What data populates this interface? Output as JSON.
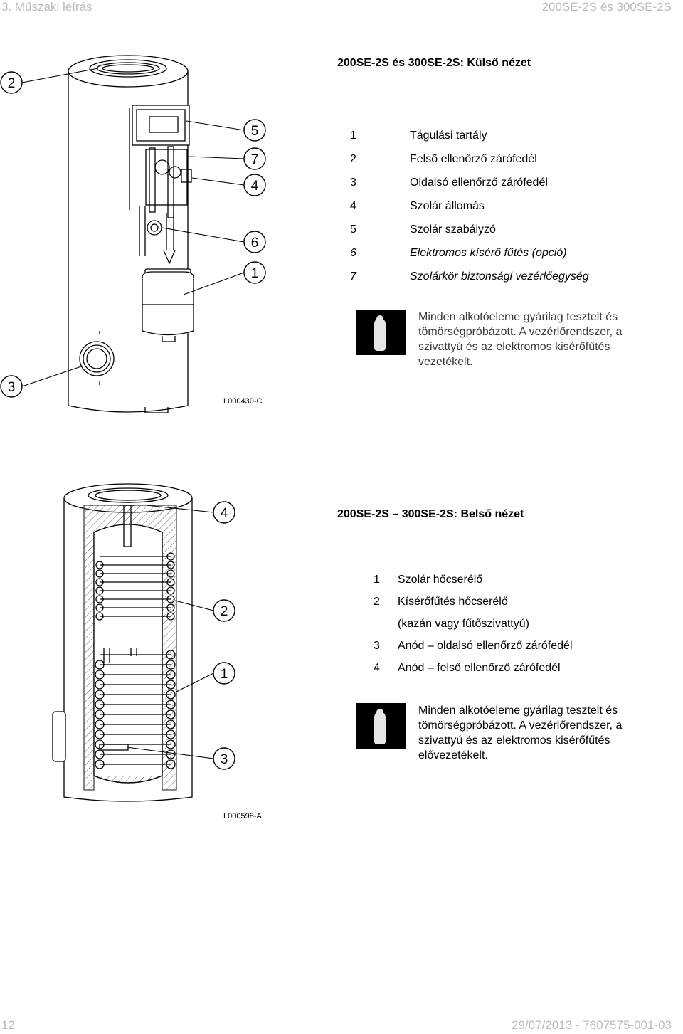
{
  "header": {
    "left": "3. Műszaki leírás",
    "right": "200SE-2S és 300SE-2S"
  },
  "footer": {
    "left": "12",
    "right": "29/07/2013 - 7607575-001-03"
  },
  "section1": {
    "title": "200SE-2S és 300SE-2S: Külső nézet",
    "callouts": [
      "2",
      "5",
      "7",
      "4",
      "6",
      "1",
      "3"
    ],
    "code": "L000430-C",
    "legend": [
      {
        "num": "1",
        "label": "Tágulási tartály"
      },
      {
        "num": "2",
        "label": "Felső ellenőrző zárófedél"
      },
      {
        "num": "3",
        "label": "Oldalsó ellenőrző zárófedél"
      },
      {
        "num": "4",
        "label": "Szolár állomás"
      },
      {
        "num": "5",
        "label": "Szolár szabályzó"
      },
      {
        "num": "6",
        "label": "Elektromos kísérő fűtés (opció)"
      },
      {
        "num": "7",
        "label": "Szolárkör biztonsági vezérlőegység"
      }
    ],
    "note": [
      "Minden alkotóeleme gyárilag tesztelt és",
      "tömörségpróbázott. A vezérlőrendszer, a",
      "szivattyú és az elektromos kisérőfűtés",
      "vezetékelt."
    ]
  },
  "section2": {
    "title": "200SE-2S – 300SE-2S: Belső nézet",
    "callouts": [
      "4",
      "2",
      "1",
      "3"
    ],
    "code": "L000598-A",
    "legend": [
      {
        "num": "1",
        "label": "Szolár hőcserélő"
      },
      {
        "num": "2",
        "label": "Kísérőfűtés hőcserélő"
      },
      {
        "num": "",
        "label": "(kazán vagy fűtőszivattyú)"
      },
      {
        "num": "3",
        "label": "Anód – oldalsó ellenőrző zárófedél"
      },
      {
        "num": "4",
        "label": "Anód – felső ellenőrző zárófedél"
      }
    ],
    "note": [
      "Minden alkotóeleme gyárilag tesztelt és",
      "tömörségpróbázott. A vezérlőrendszer, a",
      "szivattyú és az elektromos kisérőfűtés",
      "elővezetékelt."
    ]
  }
}
